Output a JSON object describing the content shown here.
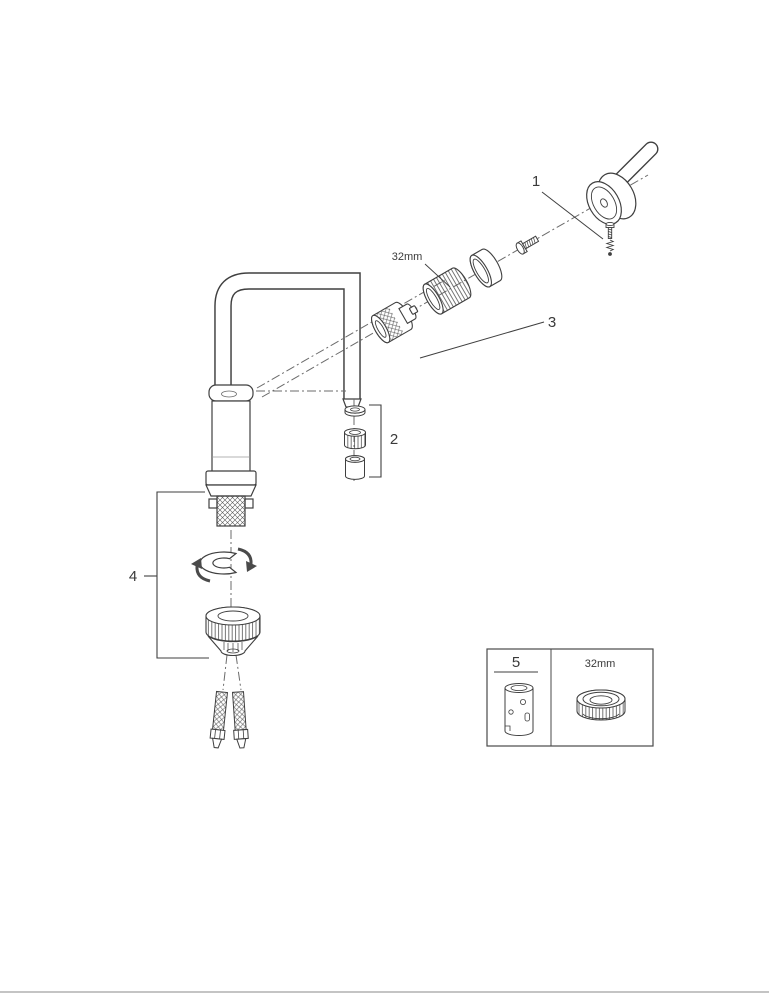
{
  "callouts": {
    "c1": "1",
    "c2": "2",
    "c3": "3",
    "c4": "4",
    "c5": "5"
  },
  "dimensions": {
    "cartridge_nut": "32mm",
    "inset_part": "32mm"
  },
  "colors": {
    "line": "#3f3f3f",
    "text": "#3a3a3a",
    "background": "#ffffff",
    "divider": "#c4c4c4"
  }
}
